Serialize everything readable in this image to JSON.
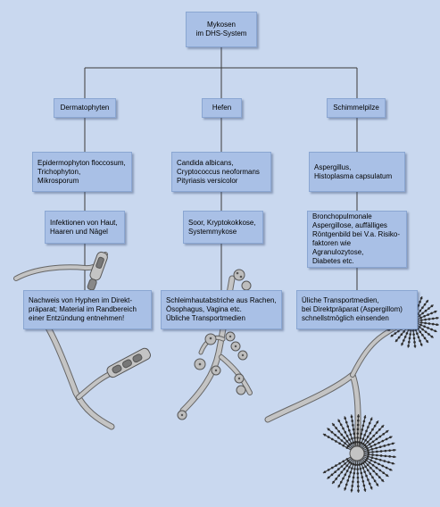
{
  "colors": {
    "background": "#c9d8ef",
    "box_fill": "#a9c0e6",
    "box_border": "#8aa6d2",
    "line": "#3a3a3a",
    "hypha_fill": "#c4c4c4",
    "hypha_stroke": "#555555"
  },
  "root": {
    "label": "Mykosen\nim DHS-System"
  },
  "columns": [
    {
      "category": "Dermatophyten",
      "species": "Epidermophyton floccosum,\nTrichophyton,\nMikrosporum",
      "disease": "Infektionen von Haut,\nHaaren und Nägel",
      "diagnostics": "Nachweis von Hyphen im Direkt-\npräparat; Material im Randbereich\neiner Entzündung entnehmen!"
    },
    {
      "category": "Hefen",
      "species": "Candida albicans,\nCryptococcus neoformans\nPityriasis versicolor",
      "disease": "Soor, Kryptokokkose,\nSystemmykose",
      "diagnostics": "Schleimhautabstriche aus Rachen,\nÖsophagus, Vagina etc.\nÜbliche Transportmedien"
    },
    {
      "category": "Schimmelpilze",
      "species": "Aspergillus,\nHistoplasma capsulatum",
      "disease": "Bronchopulmonale\nAspergillose, auffälliges\nRöntgenbild bei V.a. Risiko-\nfaktoren wie Agranulozytose,\nDiabetes etc.",
      "diagnostics": "Üliche Transportmedien,\nbei Direktpräparat (Aspergillom)\nschnellstmöglich einsenden"
    }
  ]
}
